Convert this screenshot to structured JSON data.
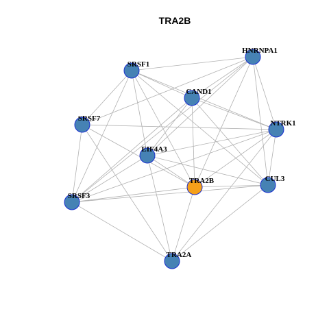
{
  "title": "TRA2B",
  "colors": {
    "node_default": "#4682B4",
    "node_focus": "#F5A01A",
    "node_border": "#1a2fd0",
    "edge": "#b0b0b0"
  },
  "nodes": [
    {
      "id": "HNRNPA1",
      "label": "HNRNPA1",
      "focus": false
    },
    {
      "id": "SRSF1",
      "label": "SRSF1",
      "focus": false
    },
    {
      "id": "CAND1",
      "label": "CAND1",
      "focus": false
    },
    {
      "id": "SRSF7",
      "label": "SRSF7",
      "focus": false
    },
    {
      "id": "NTRK1",
      "label": "NTRK1",
      "focus": false
    },
    {
      "id": "EIF4A3",
      "label": "EIF4A3",
      "focus": false
    },
    {
      "id": "TRA2B",
      "label": "TRA2B",
      "focus": true
    },
    {
      "id": "CUL3",
      "label": "CUL3",
      "focus": false
    },
    {
      "id": "SRSF3",
      "label": "SRSF3",
      "focus": false
    },
    {
      "id": "TRA2A",
      "label": "TRA2A",
      "focus": false
    }
  ],
  "edges": [
    [
      "HNRNPA1",
      "SRSF1"
    ],
    [
      "HNRNPA1",
      "CAND1"
    ],
    [
      "HNRNPA1",
      "SRSF7"
    ],
    [
      "HNRNPA1",
      "NTRK1"
    ],
    [
      "HNRNPA1",
      "EIF4A3"
    ],
    [
      "HNRNPA1",
      "TRA2B"
    ],
    [
      "HNRNPA1",
      "CUL3"
    ],
    [
      "HNRNPA1",
      "SRSF3"
    ],
    [
      "SRSF1",
      "CAND1"
    ],
    [
      "SRSF1",
      "NTRK1"
    ],
    [
      "SRSF1",
      "EIF4A3"
    ],
    [
      "SRSF1",
      "TRA2B"
    ],
    [
      "SRSF1",
      "CUL3"
    ],
    [
      "SRSF1",
      "SRSF3"
    ],
    [
      "SRSF1",
      "SRSF7"
    ],
    [
      "CAND1",
      "NTRK1"
    ],
    [
      "CAND1",
      "EIF4A3"
    ],
    [
      "CAND1",
      "TRA2B"
    ],
    [
      "CAND1",
      "CUL3"
    ],
    [
      "CAND1",
      "SRSF3"
    ],
    [
      "SRSF7",
      "NTRK1"
    ],
    [
      "SRSF7",
      "TRA2B"
    ],
    [
      "SRSF7",
      "SRSF3"
    ],
    [
      "SRSF7",
      "TRA2A"
    ],
    [
      "NTRK1",
      "EIF4A3"
    ],
    [
      "NTRK1",
      "TRA2B"
    ],
    [
      "NTRK1",
      "CUL3"
    ],
    [
      "NTRK1",
      "SRSF3"
    ],
    [
      "NTRK1",
      "TRA2A"
    ],
    [
      "EIF4A3",
      "TRA2B"
    ],
    [
      "EIF4A3",
      "CUL3"
    ],
    [
      "EIF4A3",
      "SRSF3"
    ],
    [
      "EIF4A3",
      "TRA2A"
    ],
    [
      "TRA2B",
      "CUL3"
    ],
    [
      "TRA2B",
      "SRSF3"
    ],
    [
      "TRA2B",
      "TRA2A"
    ],
    [
      "CUL3",
      "SRSF3"
    ],
    [
      "CUL3",
      "TRA2A"
    ],
    [
      "SRSF3",
      "TRA2A"
    ]
  ]
}
